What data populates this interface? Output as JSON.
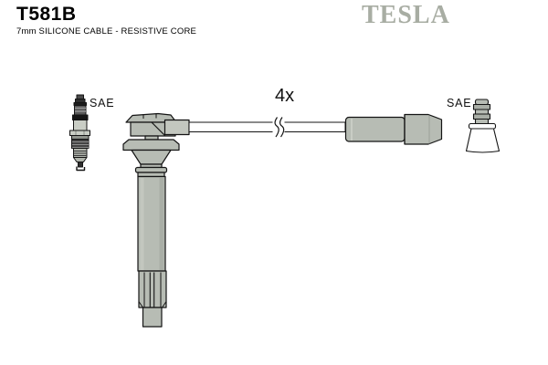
{
  "header": {
    "part_number": "T581B",
    "subtitle": "7mm SILICONE CABLE - RESISTIVE CORE"
  },
  "brand": {
    "name": "TESLA",
    "logo_color": "#a8ada3"
  },
  "diagram": {
    "quantity_label": "4x",
    "left_connector_label": "SAE",
    "right_connector_label": "SAE",
    "colors": {
      "part_fill": "#b7bcb4",
      "part_fill_dark": "#a9aea6",
      "part_fill_light": "#c6cac2",
      "outline": "#141414",
      "background": "#ffffff"
    },
    "parts": [
      "spark-plug",
      "spark-plug-boot",
      "ignition-cable",
      "cable-break-mark",
      "cable-end-connector",
      "coil-end-terminal-boot"
    ]
  }
}
